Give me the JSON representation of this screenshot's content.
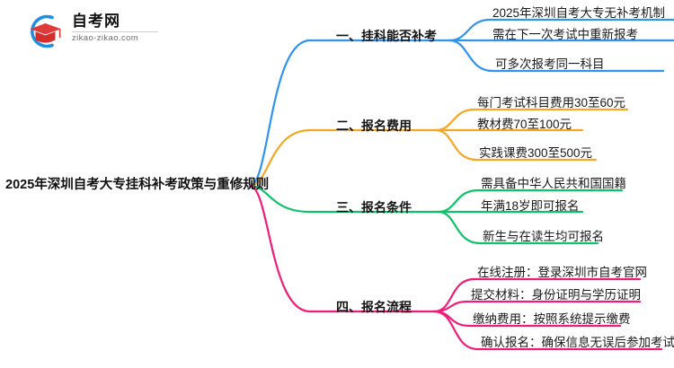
{
  "logo": {
    "title": "自考网",
    "subtitle": "zikao-zikao.com",
    "mark_icon": "graduation-cap-icon",
    "arc_color": "#1f8fe0",
    "cap_color": "#e03a3a"
  },
  "mindmap": {
    "root": {
      "label": "2025年深圳自考大专挂科补考政策与重修规则"
    },
    "branches": [
      {
        "id": "branch-1",
        "label": "一、挂科能否补考",
        "color": "#2f94f0",
        "leaves": [
          {
            "label": "2025年深圳自考大专无补考机制"
          },
          {
            "label": "需在下一次考试中重新报考"
          },
          {
            "label": "可多次报考同一科目"
          }
        ]
      },
      {
        "id": "branch-2",
        "label": "二、报名费用",
        "color": "#f5a623",
        "leaves": [
          {
            "label": "每门考试科目费用30至60元"
          },
          {
            "label": "教材费70至100元"
          },
          {
            "label": "实践课费300至500元"
          }
        ]
      },
      {
        "id": "branch-3",
        "label": "三、报名条件",
        "color": "#0ec26a",
        "leaves": [
          {
            "label": "需具备中华人民共和国国籍"
          },
          {
            "label": "年满18岁即可报名"
          },
          {
            "label": "新生与在读生均可报名"
          }
        ]
      },
      {
        "id": "branch-4",
        "label": "四、报名流程",
        "color": "#ee1d7a",
        "leaves": [
          {
            "label": "在线注册：登录深圳市自考官网"
          },
          {
            "label": "提交材料：身份证明与学历证明"
          },
          {
            "label": "缴纳费用：按照系统提示缴费"
          },
          {
            "label": "确认报名：确保信息无误后参加考试"
          }
        ]
      }
    ]
  }
}
